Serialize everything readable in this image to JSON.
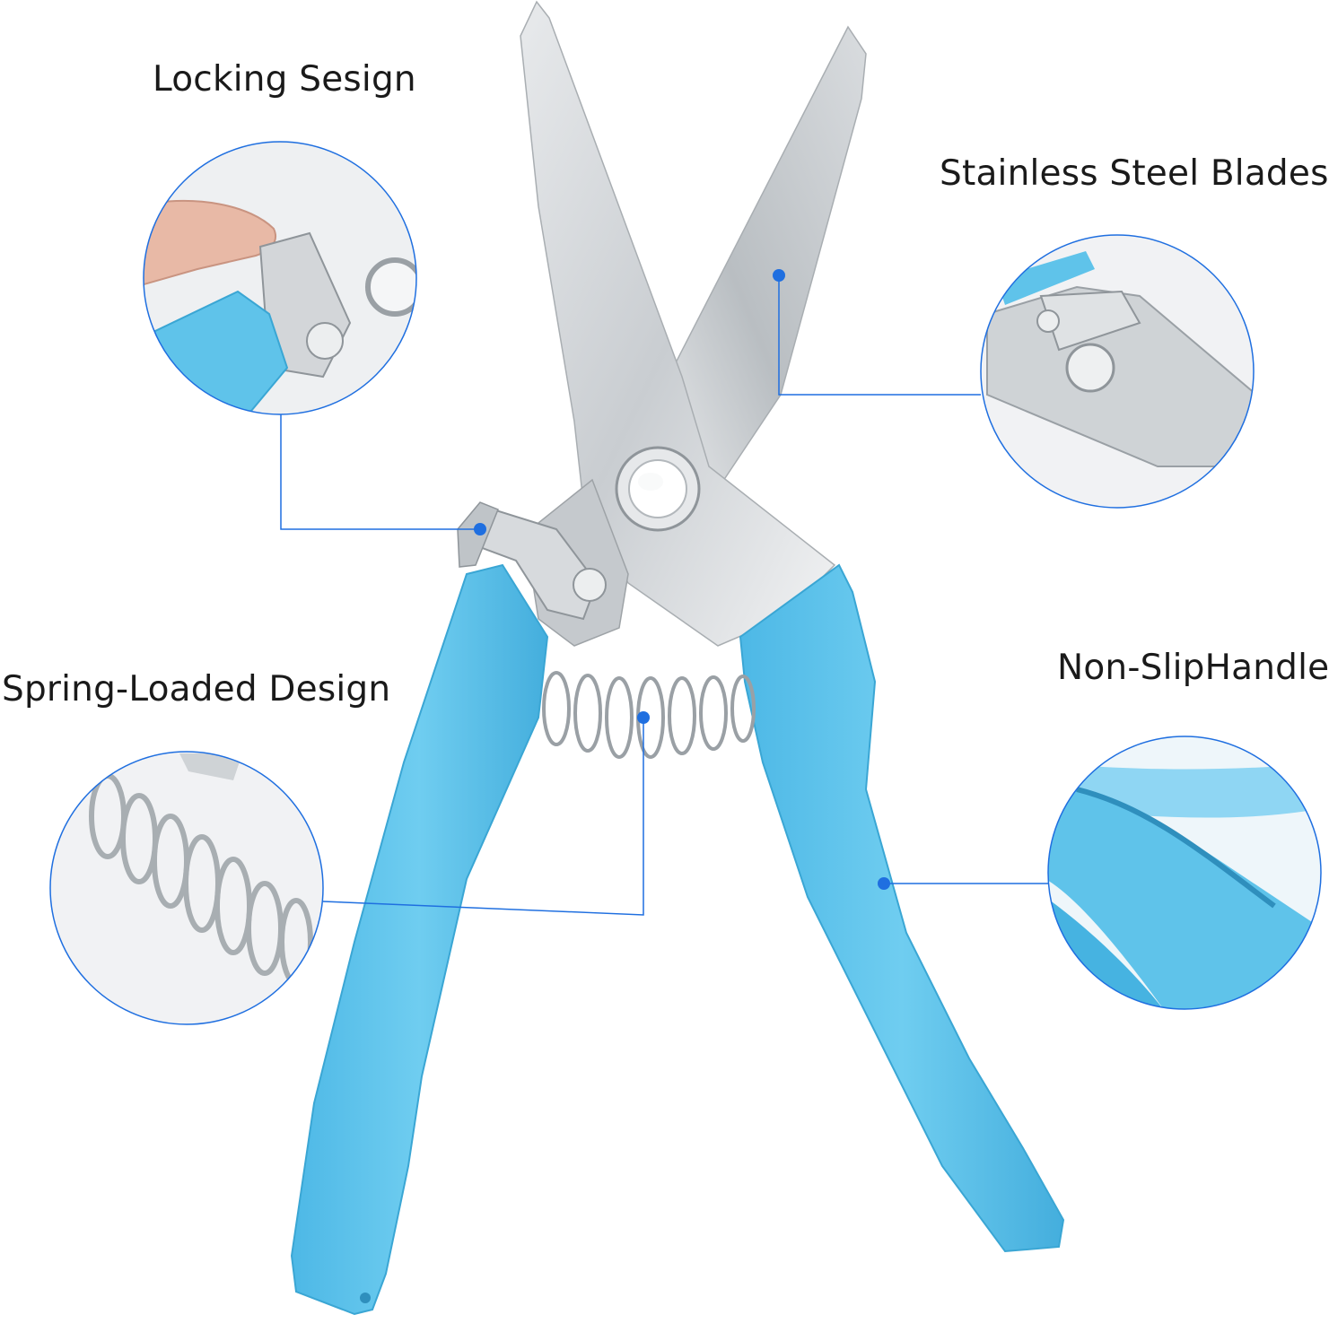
{
  "labels": {
    "locking": "Locking Sesign",
    "blades": "Stainless Steel Blades",
    "spring": "Spring-Loaded Design",
    "handle": "Non-SlipHandle"
  },
  "colors": {
    "handle_blue": "#5fc3ea",
    "handle_blue_dark": "#3aa6d4",
    "steel": "#cfd3d6",
    "steel_dark": "#9aa0a5",
    "callout_line": "#1f6fe0",
    "callout_dot": "#1f6fe0",
    "text": "#1a1a1a"
  }
}
